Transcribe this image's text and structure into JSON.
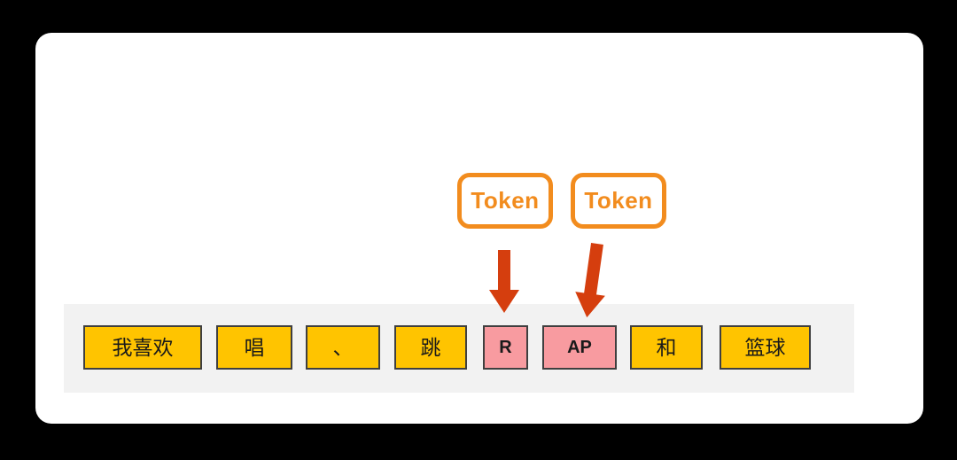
{
  "colors": {
    "background": "#000000",
    "card": "#FFFFFF",
    "strip": "#F2F2F2",
    "token-yellow": "#FFC400",
    "token-pink": "#F89BA0",
    "box-border": "#3F3F3F",
    "label-orange": "#F28C1E",
    "arrow-red": "#D53E0E"
  },
  "labels": [
    {
      "text": "Token"
    },
    {
      "text": "Token"
    }
  ],
  "arrows": [
    {
      "icon": "down-arrow",
      "points_to": "R"
    },
    {
      "icon": "down-arrow",
      "points_to": "AP"
    }
  ],
  "segments": {
    "items": [
      {
        "text": "我喜欢",
        "highlighted": false
      },
      {
        "text": "唱",
        "highlighted": false
      },
      {
        "text": "、",
        "highlighted": false
      },
      {
        "text": "跳",
        "highlighted": false
      },
      {
        "text": "R",
        "highlighted": true
      },
      {
        "text": "AP",
        "highlighted": true
      },
      {
        "text": "和",
        "highlighted": false
      },
      {
        "text": "篮球",
        "highlighted": false
      }
    ]
  }
}
